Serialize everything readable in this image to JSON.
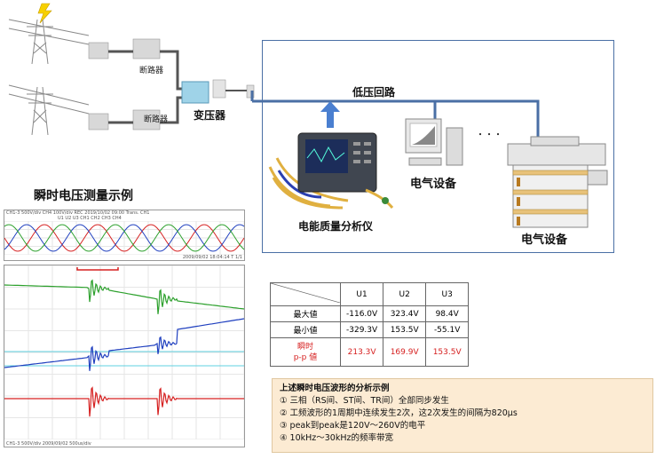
{
  "diagram": {
    "breaker_label_1": "断路器",
    "breaker_label_2": "断路器",
    "transformer_label": "变压器",
    "low_voltage_label": "低压回路",
    "electrical_equipment_label_1": "电气设备",
    "electrical_equipment_label_2": "电气设备",
    "analyzer_label": "电能质量分析仪",
    "dots": "・・・"
  },
  "waveform": {
    "title": "瞬时电压测量示例",
    "top_header": "CH1-3 500V/div CH4 100V/div  REC 2019/10/02 09:00  Trans. CH1",
    "top_legend": "U1  U2  U3  CH1  CH2  CH3  CH4",
    "top_footer": "2009/09/02 18:04:14 T  1/1",
    "main_footer": "CH1-3 500V/div  2009/09/02  500us/div",
    "colors": {
      "u1": "#2ca02c",
      "u2": "#1f3fbf",
      "u3": "#d62020",
      "cyan": "#5fd0e0"
    }
  },
  "measurement_table": {
    "columns": [
      "",
      "U1",
      "U2",
      "U3"
    ],
    "rows": [
      {
        "label": "最大値",
        "values": [
          "-116.0V",
          "323.4V",
          "98.4V"
        ]
      },
      {
        "label": "最小値",
        "values": [
          "-329.3V",
          "153.5V",
          "-55.1V"
        ]
      },
      {
        "label": "瞬时\np-p 値",
        "values": [
          "213.3V",
          "169.9V",
          "153.5V"
        ],
        "highlight": true
      }
    ],
    "highlight_color": "#d62020"
  },
  "analysis": {
    "heading": "上述瞬时电压波形的分析示例",
    "items": [
      "① 三相（RS间、ST间、TR间）全部同步发生",
      "② 工频波形的1周期中连续发生2次，这2次发生的间隔为820μs",
      "③ peak到peak是120V～260V的电平",
      "④ 10kHz～30kHz的频率带宽"
    ]
  }
}
